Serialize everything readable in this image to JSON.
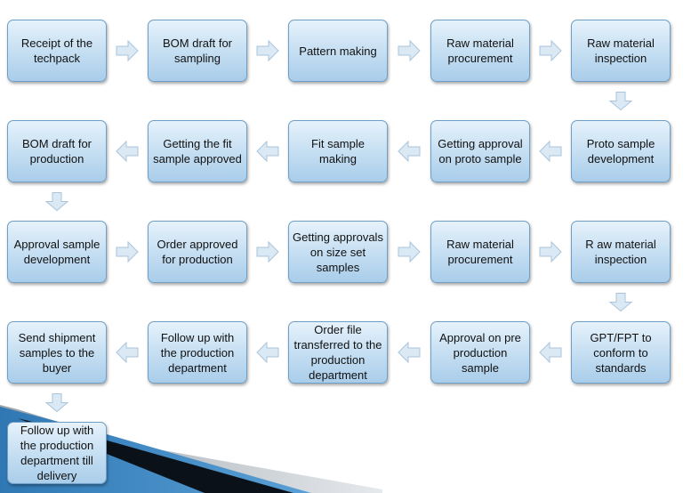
{
  "steps": [
    "Receipt of the techpack",
    "BOM draft for sampling",
    "Pattern making",
    "Raw material procurement",
    "Raw material inspection",
    "Proto sample development",
    "Getting approval on proto sample",
    "Fit sample making",
    "Getting the fit sample approved",
    "BOM draft for production",
    "Approval sample development",
    "Order approved for production",
    "Getting approvals on size set samples",
    "Raw material procurement",
    "R aw material inspection",
    "GPT/FPT to conform to standards",
    "Approval on pre production sample",
    "Order file transferred to the production department",
    "Follow up with the production department",
    "Send shipment samples to the buyer",
    "Follow up with the production department till delivery"
  ]
}
